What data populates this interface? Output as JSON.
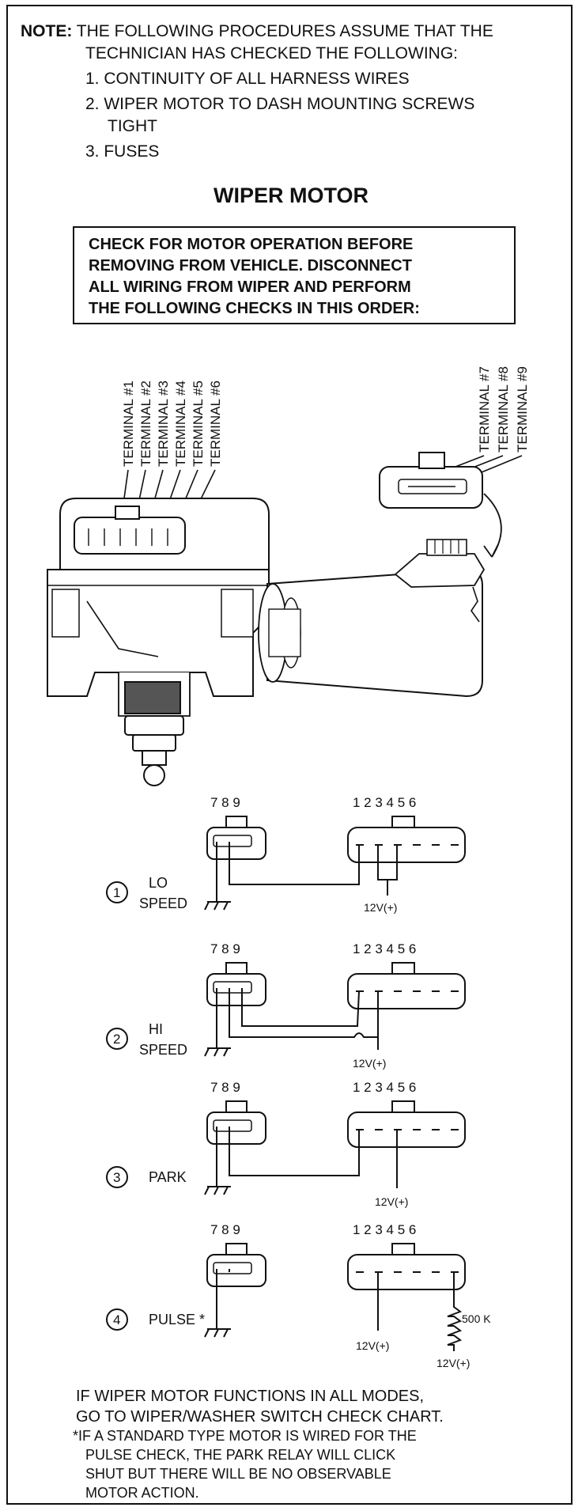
{
  "note": {
    "label": "NOTE:",
    "line1": "THE FOLLOWING PROCEDURES ASSUME THAT THE",
    "line2": "TECHNICIAN HAS CHECKED THE FOLLOWING:",
    "items": [
      "1.  CONTINUITY OF ALL HARNESS WIRES",
      "2.  WIPER MOTOR TO DASH MOUNTING SCREWS",
      "TIGHT",
      "3.  FUSES"
    ]
  },
  "title": "WIPER MOTOR",
  "instruction": [
    "CHECK FOR MOTOR OPERATION BEFORE",
    "REMOVING FROM VEHICLE. DISCONNECT",
    "ALL WIRING FROM WIPER AND PERFORM",
    "THE FOLLOWING CHECKS IN THIS ORDER:"
  ],
  "terminals_left": [
    "TERMINAL #1",
    "TERMINAL #2",
    "TERMINAL #3",
    "TERMINAL #4",
    "TERMINAL #5",
    "TERMINAL #6"
  ],
  "terminals_right": [
    "TERMINAL #7",
    "TERMINAL #8",
    "TERMINAL #9"
  ],
  "pin_labels_small": "7 8 9",
  "pin_labels_large": "1  2  3  4  5  6",
  "checks": [
    {
      "num": "1",
      "name_line1": "LO",
      "name_line2": "SPEED",
      "voltage": "12V(+)"
    },
    {
      "num": "2",
      "name_line1": "HI",
      "name_line2": "SPEED",
      "voltage": "12V(+)"
    },
    {
      "num": "3",
      "name_line1": "PARK",
      "name_line2": "",
      "voltage": "12V(+)"
    },
    {
      "num": "4",
      "name_line1": "PULSE *",
      "name_line2": "",
      "voltage": "12V(+)",
      "voltage2": "12V(+)",
      "resistor": "500 K"
    }
  ],
  "footer": {
    "line1": "IF WIPER MOTOR FUNCTIONS IN ALL MODES,",
    "line2": "GO TO WIPER/WASHER SWITCH CHECK CHART.",
    "note1": "*IF A STANDARD TYPE MOTOR IS WIRED FOR THE",
    "note2": "PULSE CHECK, THE PARK RELAY WILL CLICK",
    "note3": "SHUT BUT THERE WILL BE NO OBSERVABLE",
    "note4": "MOTOR ACTION."
  }
}
